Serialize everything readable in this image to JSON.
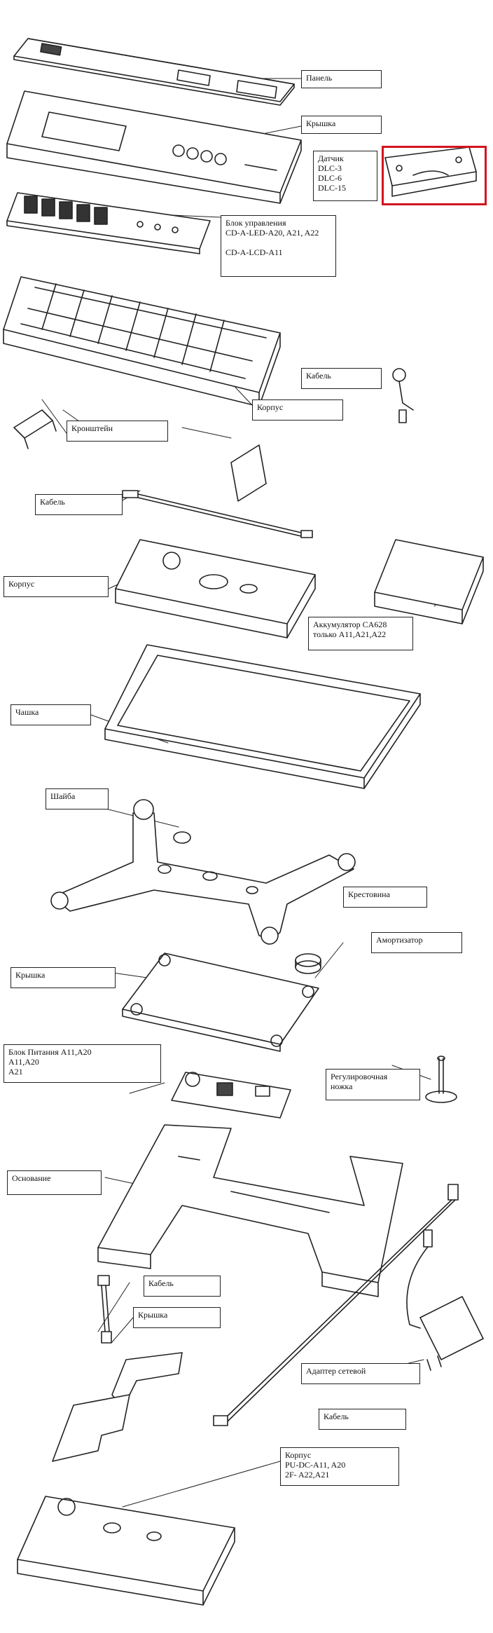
{
  "labels": {
    "panel": "Панель",
    "cover_top": "Крышка",
    "sensor": "Датчик\nDLC-3\nDLC-6\nDLC-15",
    "control_unit": "Блок управления\nCD-A-LED-A20, A21, A22\n\nCD-A-LCD-A11",
    "cable_1": "Кабель",
    "housing_1": "Корпус",
    "bracket": "Кронштейн",
    "cable_2": "Кабель",
    "housing_2": "Корпус",
    "battery": "Аккумулятор CA628\nтолько A11,A21,A22",
    "cup": "Чашка",
    "washer": "Шайба",
    "crosspiece": "Крестовина",
    "damper": "Амортизатор",
    "cover_mid": "Крышка",
    "power_unit": "Блок Питания A11,A20\nA11,A20\nA21",
    "adjust_foot": "Регулировочная\nножка",
    "base": "Основание",
    "cable_3": "Кабель",
    "cover_low": "Крышка",
    "adapter": "Адаптер сетевой",
    "cable_4": "Кабель",
    "housing_3": "Корпус\nPU-DC-A11, A20\n2F- A22,A21"
  },
  "colors": {
    "highlight": "#d2141e",
    "line": "#222222",
    "fill": "#ffffff"
  }
}
